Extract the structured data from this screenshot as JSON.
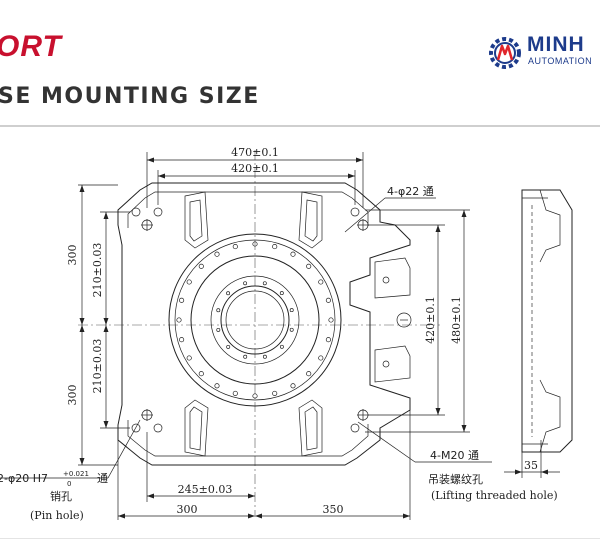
{
  "header": {
    "brand_text": "ORT",
    "logo_word": "MINH",
    "logo_sub": "AUTOMATION",
    "section_title": "SE MOUNTING SIZE"
  },
  "colors": {
    "brand_red": "#c8102e",
    "logo_blue": "#1d3b8b",
    "logo_red": "#e0262b"
  },
  "drawing": {
    "dim_470": "470±0.1",
    "dim_420_top": "420±0.1",
    "label_4_phi22": "4-φ22 通",
    "dim_300_upper": "300",
    "dim_210_upper": "210±0.03",
    "dim_210_lower": "210±0.03",
    "dim_300_lower": "300",
    "dim_420_right": "420±0.1",
    "dim_480_right": "480±0.1",
    "label_pin_prefix": "2-φ20 H7",
    "label_pin_tol_top": "+0.021",
    "label_pin_tol_bottom": "0",
    "label_pin_suffix": "通",
    "label_pin_cn": "销孔",
    "label_pin_en": "(Pin hole)",
    "dim_245": "245±0.03",
    "dim_300_bottom": "300",
    "dim_350_bottom": "350",
    "label_m20": "4-M20 通",
    "label_m20_cn": "吊装螺纹孔",
    "label_m20_en": "(Lifting threaded hole)",
    "dim_35": "35"
  }
}
